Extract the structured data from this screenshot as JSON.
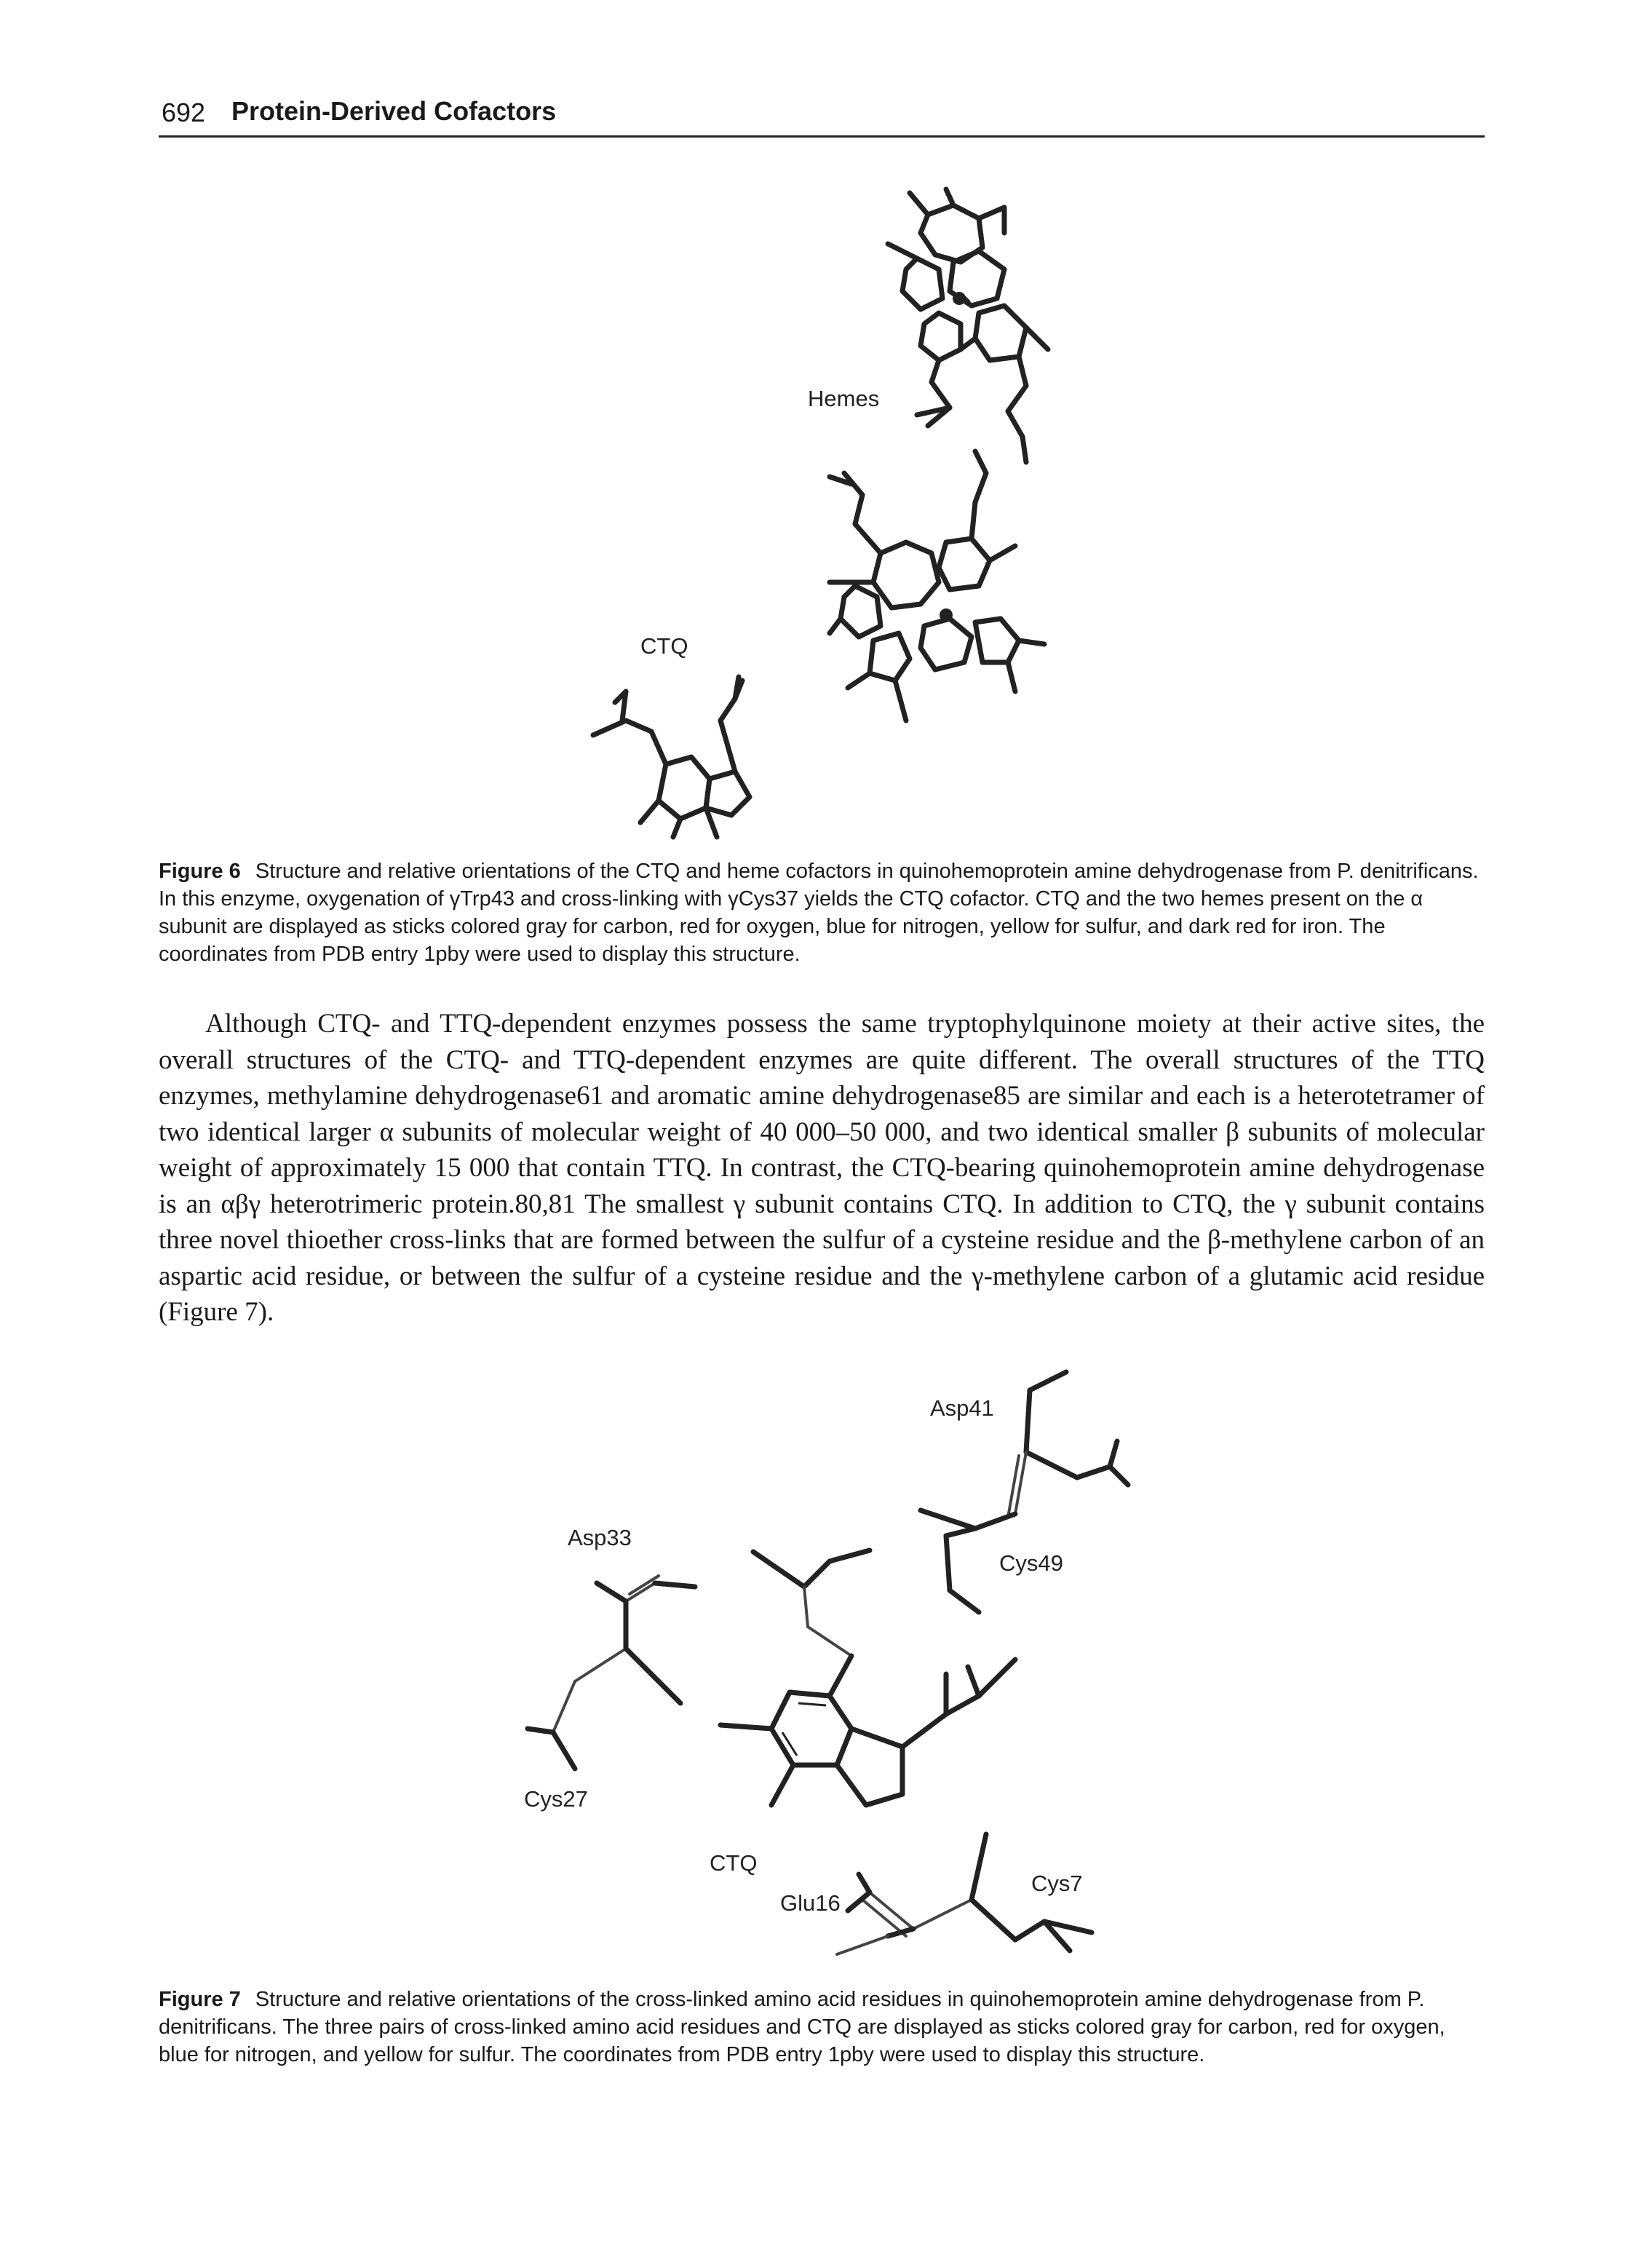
{
  "header": {
    "page_number": "692",
    "running_title": "Protein-Derived Cofactors"
  },
  "figure6": {
    "labels": {
      "hemes": "Hemes",
      "ctq": "CTQ"
    },
    "caption_label": "Figure 6",
    "caption_text": "Structure and relative orientations of the CTQ and heme cofactors in quinohemoprotein amine dehydrogenase from P. denitrificans. In this enzyme, oxygenation of γTrp43 and cross-linking with γCys37 yields the CTQ cofactor. CTQ and the two hemes present on the α subunit are displayed as sticks colored gray for carbon, red for oxygen, blue for nitrogen, yellow for sulfur, and dark red for iron. The coordinates from PDB entry 1pby were used to display this structure."
  },
  "body_paragraph": "Although CTQ- and TTQ-dependent enzymes possess the same tryptophylquinone moiety at their active sites, the overall structures of the CTQ- and TTQ-dependent enzymes are quite different. The overall structures of the TTQ enzymes, methylamine dehydrogenase61 and aromatic amine dehydrogenase85 are similar and each is a heterotetramer of two identical larger α subunits of molecular weight of 40 000–50 000, and two identical smaller β subunits of molecular weight of approximately 15 000 that contain TTQ. In contrast, the CTQ-bearing quinohemoprotein amine dehydrogenase is an αβγ heterotrimeric protein.80,81 The smallest γ subunit contains CTQ. In addition to CTQ, the γ subunit contains three novel thioether cross-links that are formed between the sulfur of a cysteine residue and the β-methylene carbon of an aspartic acid residue, or between the sulfur of a cysteine residue and the γ-methylene carbon of a glutamic acid residue (Figure 7).",
  "figure7": {
    "labels": {
      "asp41": "Asp41",
      "cys49": "Cys49",
      "asp33": "Asp33",
      "cys27": "Cys27",
      "ctq": "CTQ",
      "glu16": "Glu16",
      "cys7": "Cys7"
    },
    "caption_label": "Figure 7",
    "caption_text": "Structure and relative orientations of the cross-linked amino acid residues in quinohemoprotein amine dehydrogenase from P. denitrificans. The three pairs of cross-linked amino acid residues and CTQ are displayed as sticks colored gray for carbon, red for oxygen, blue for nitrogen, and yellow for sulfur. The coordinates from PDB entry 1pby were used to display this structure."
  }
}
